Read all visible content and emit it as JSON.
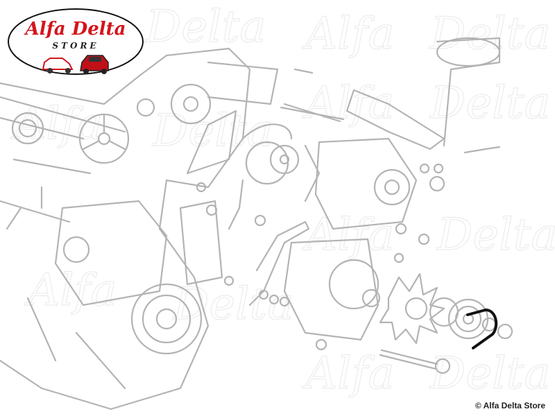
{
  "logo": {
    "brand": "Alfa Delta",
    "subtitle": "STORE",
    "colors": {
      "brand_red": "#d4141c",
      "ink": "#111111"
    }
  },
  "watermark": {
    "text": "Alfa Delta"
  },
  "diagram": {
    "highlighted_part": "alternator-mounting-u-clip"
  },
  "footer": {
    "copyright": "© Alfa Delta Store"
  }
}
